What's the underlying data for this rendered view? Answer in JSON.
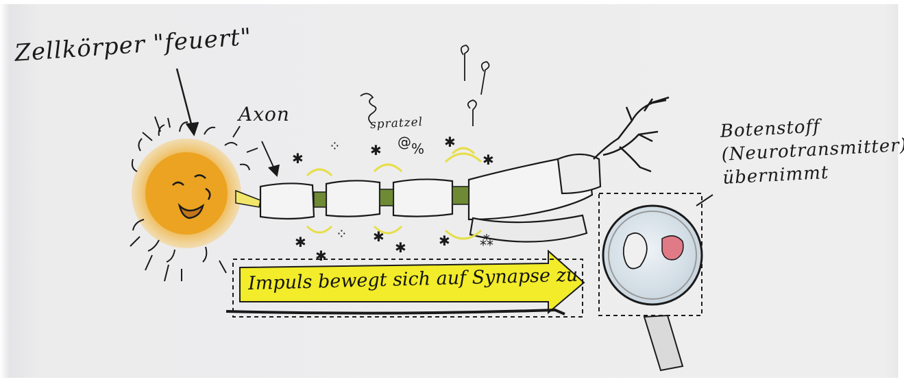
{
  "labels": {
    "cell_body_fires": "Zellkörper \"feuert\"",
    "axon": "Axon",
    "sizzle": "spratzel",
    "messenger_line1": "Botenstoff",
    "messenger_line2": "(Neurotransmitter)",
    "messenger_line3": "übernimmt",
    "impulse": "Impuls bewegt sich auf Synapse zu"
  },
  "colors": {
    "background": "#eeeeef",
    "cell_body": "#e8a21c",
    "cell_body_center": "#f6c544",
    "arrow_fill": "#f2ec2a",
    "glow": "#f4ee7a",
    "lens_fill": "#dbe6ee",
    "transmitter_pink": "#e07a86",
    "ink": "#1a1a1a"
  }
}
